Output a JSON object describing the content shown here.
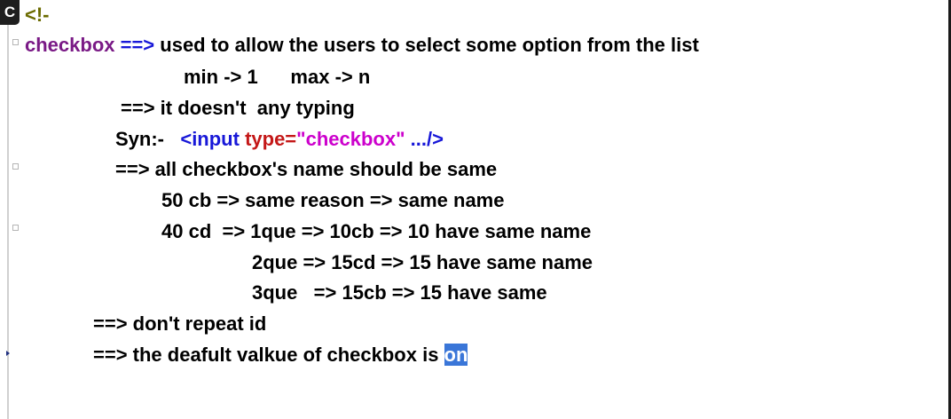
{
  "tab": {
    "label": "C"
  },
  "lines": [
    {
      "open": "<!-"
    },
    {
      "keyword": "checkbox",
      "arrow": " ==>",
      "text": " used to allow the users to select some option from the list"
    },
    {
      "text": "min -> 1      max -> n"
    },
    {
      "text": "==> it doesn't  any typing"
    },
    {
      "prefix": "Syn:-   ",
      "tag_open": "<input",
      "attr": " type=",
      "value": "\"checkbox\"",
      "tag_close": " .../>"
    },
    {
      "text": "==> all checkbox's name should be same"
    },
    {
      "text": "50 cb => same reason => same name"
    },
    {
      "text": "40 cd  => 1que => 10cb => 10 have same name"
    },
    {
      "text": "2que => 15cd => 15 have same name"
    },
    {
      "text": "3que   => 15cb => 15 have same"
    },
    {
      "text": "==> don't repeat id"
    },
    {
      "text": "==> the deafult valkue of checkbox is ",
      "highlight": "on"
    }
  ],
  "colors": {
    "keyword": "#7a1a86",
    "comment": "#6b6b00",
    "tag": "#1818d8",
    "attribute": "#c41818",
    "string": "#cc00cc",
    "selection": "#3a76d8"
  }
}
